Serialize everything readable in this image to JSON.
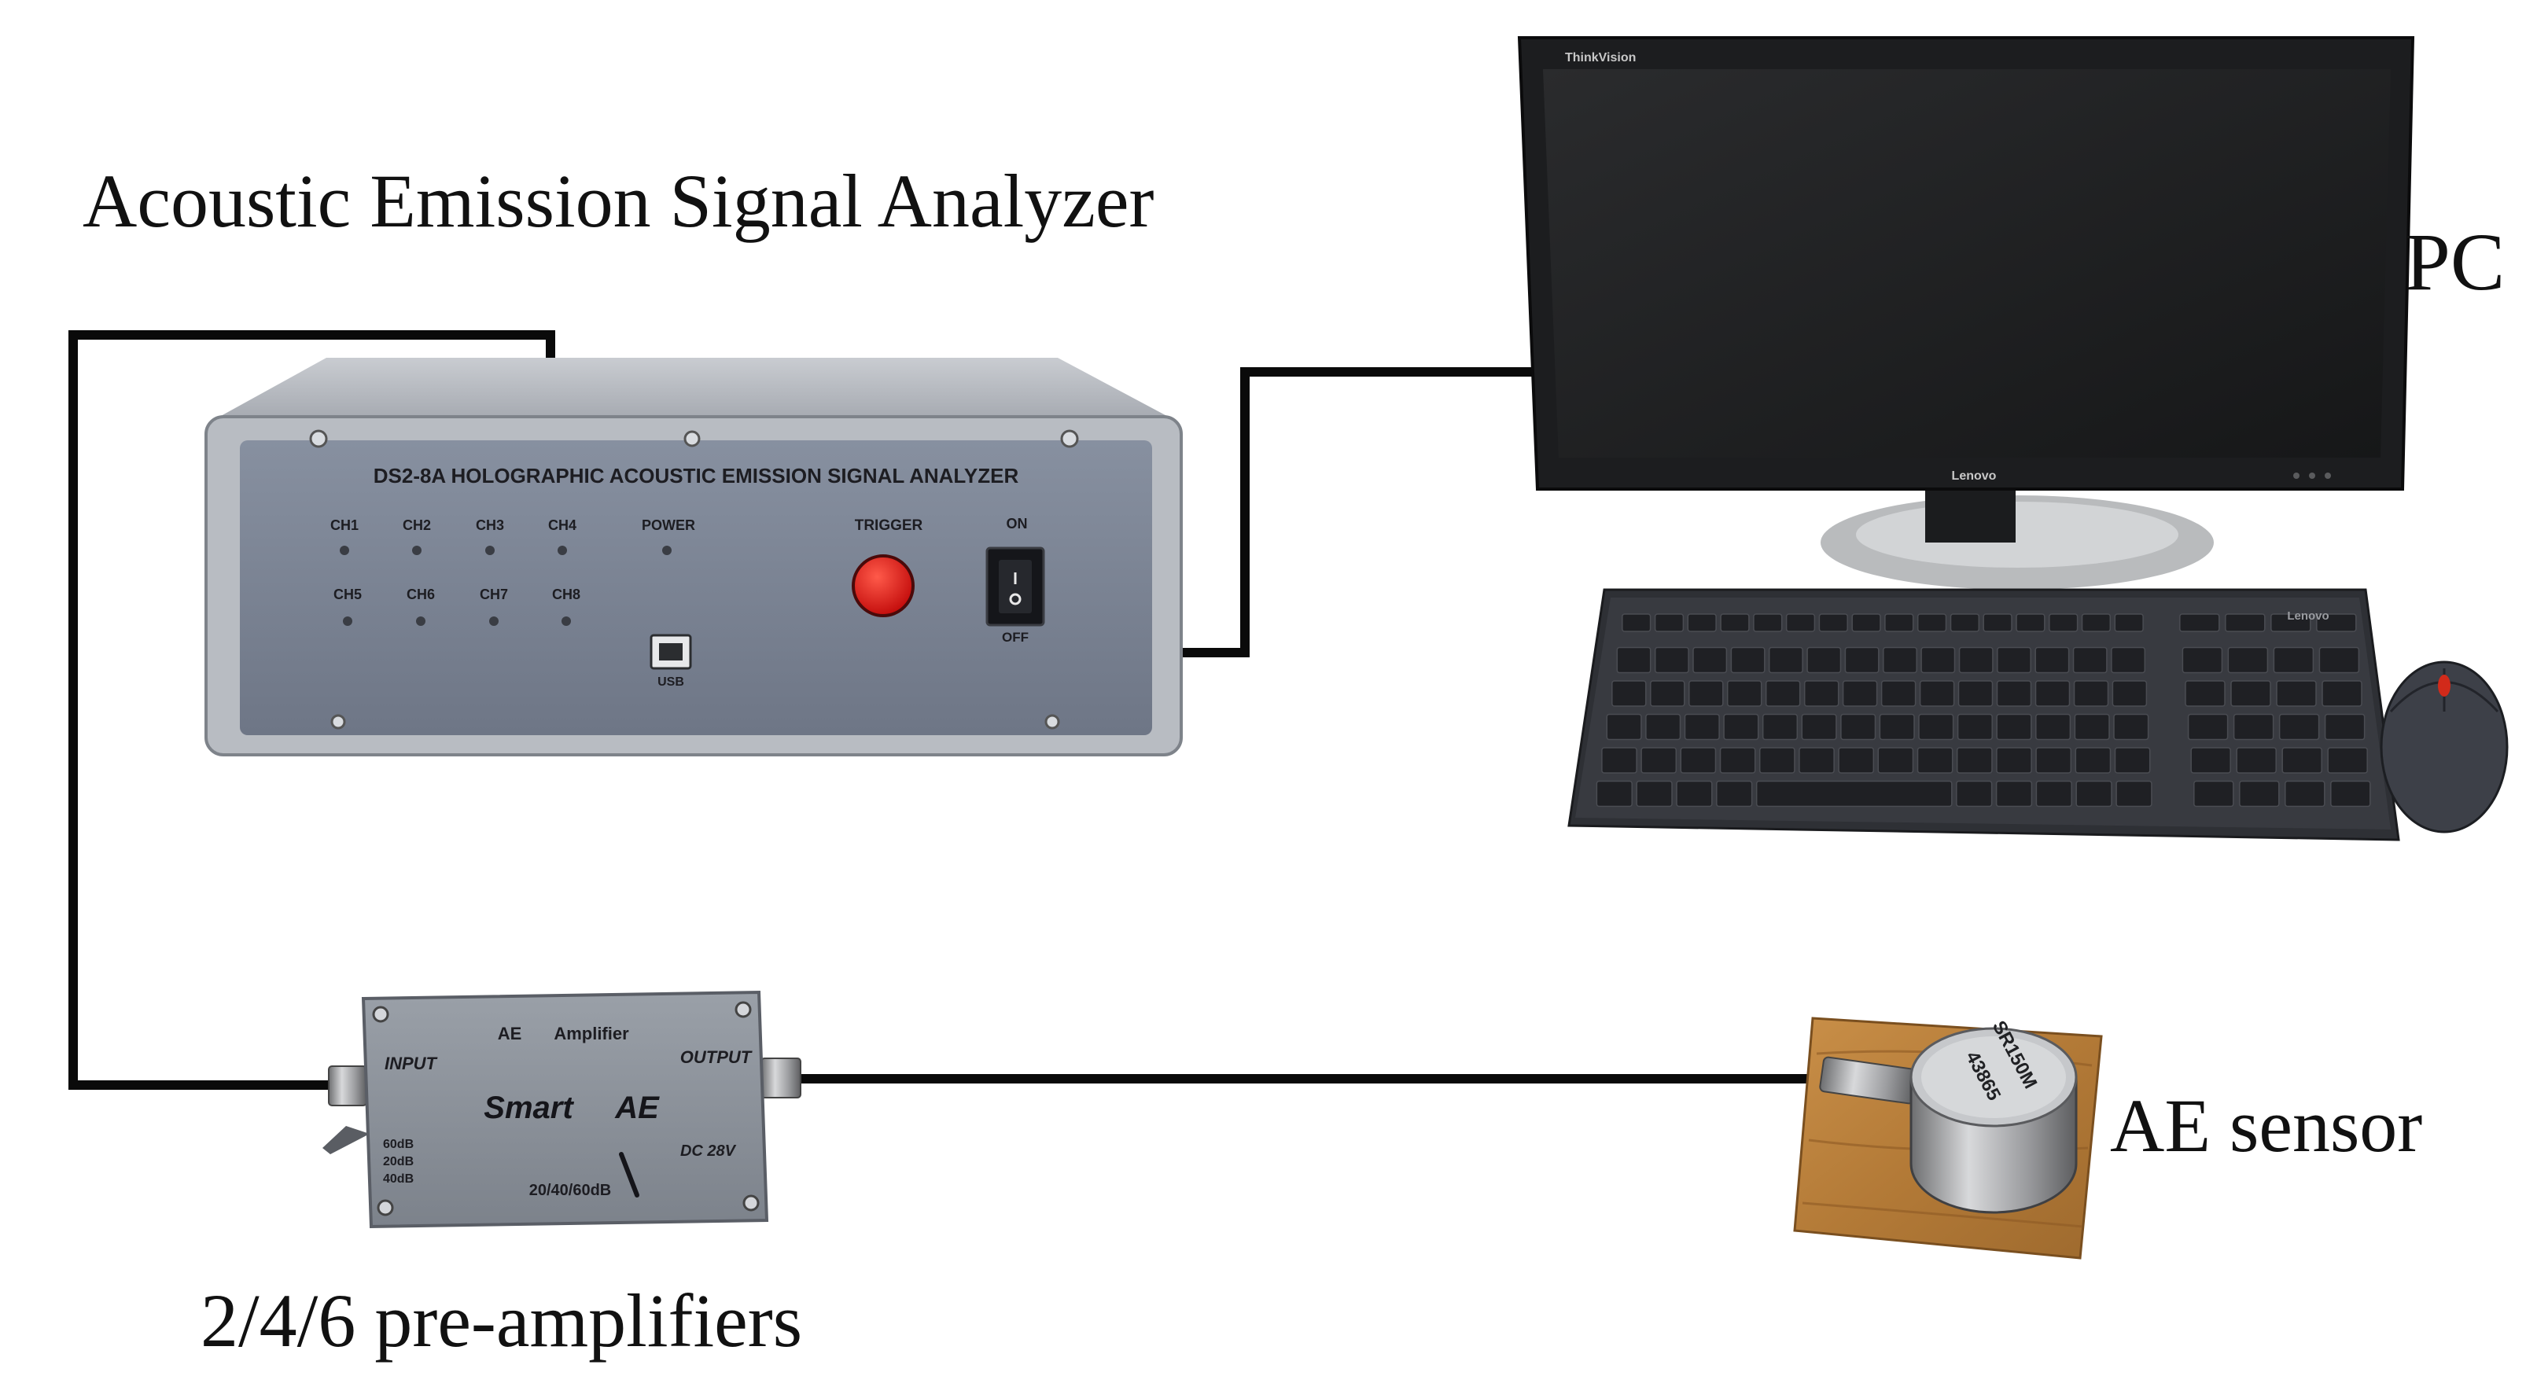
{
  "labels": {
    "analyzer": "Acoustic Emission Signal Analyzer",
    "pc": "PC",
    "sensor": "AE sensor",
    "preamp": "2/4/6 pre-amplifiers"
  },
  "analyzer_panel": {
    "title": "DS2-8A HOLOGRAPHIC ACOUSTIC EMISSION SIGNAL ANALYZER",
    "channels_row1": [
      "CH1",
      "CH2",
      "CH3",
      "CH4"
    ],
    "channels_row2": [
      "CH5",
      "CH6",
      "CH7",
      "CH8"
    ],
    "power": "POWER",
    "trigger": "TRIGGER",
    "on": "ON",
    "off": "OFF",
    "usb": "USB"
  },
  "monitor": {
    "brand_top": "ThinkVision",
    "brand_bottom": "Lenovo"
  },
  "keyboard": {
    "brand": "Lenovo"
  },
  "amplifier": {
    "title_ae": "AE",
    "title_amp": "Amplifier",
    "input": "INPUT",
    "output": "OUTPUT",
    "brand_smart": "Smart",
    "brand_ae": "AE",
    "gain_60": "60dB",
    "gain_20": "20dB",
    "gain_40": "40dB",
    "gain_switch": "20/40/60dB",
    "power": "DC 28V"
  },
  "sensor": {
    "line1": "SR150M",
    "line2": "43865"
  },
  "colors": {
    "cable": "#0a0a0a",
    "analyzer_face": "#7d8595",
    "trigger_button": "#e01010",
    "amplifier_body": "#8a8f98",
    "wood": "#b9803d"
  }
}
